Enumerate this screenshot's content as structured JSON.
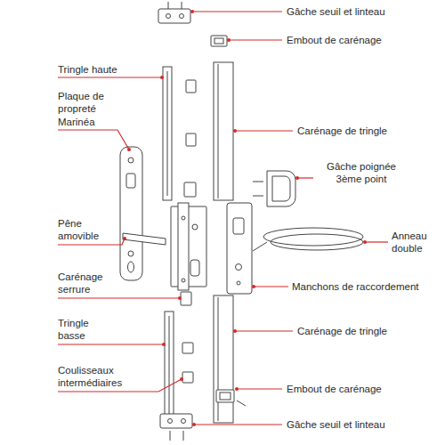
{
  "diagram": {
    "labels": [
      "Gâche seuil et linteau",
      "Embout de carénage",
      "Tringle haute",
      "Plaque de propreté Marinéa",
      "Carénage de tringle",
      "Gâche poignée 3ème point",
      "Pêne amovible",
      "Anneau double",
      "Manchons de raccordement",
      "Carénage serrure",
      "Tringle basse",
      "Carénage de tringle",
      "Coulisseaux intermédiaires",
      "Embout de carénage",
      "Gâche seuil et linteau"
    ]
  }
}
